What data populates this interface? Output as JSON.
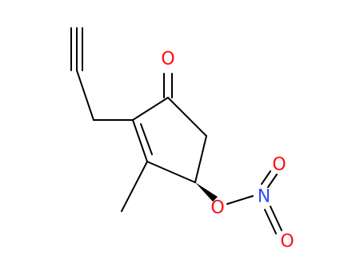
{
  "colors": {
    "bond": "#000000",
    "oxygen": "#ff0d0d",
    "nitrogen": "#3050f8",
    "background": "#ffffff"
  },
  "atoms": {
    "ketone_oxygen": "O",
    "ester_oxygen": "O",
    "nitro_nitrogen": "N",
    "nitro_oxygen_upper": "O",
    "nitro_oxygen_lower": "O"
  }
}
